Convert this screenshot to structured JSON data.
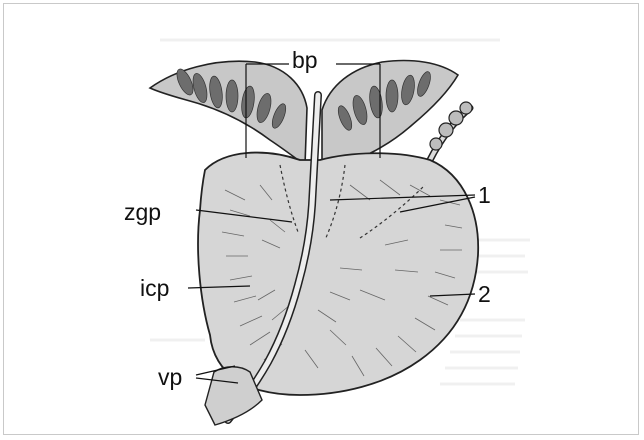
{
  "figure": {
    "labels": {
      "bp": "bp",
      "zgp": "zgp",
      "icp": "icp",
      "vp": "vp",
      "one": "1",
      "two": "2"
    },
    "colors": {
      "gland_fill": "#d6d6d6",
      "tissue_fill": "#c4c4c4",
      "stroke": "#222222",
      "background_text": "#efefef"
    }
  }
}
